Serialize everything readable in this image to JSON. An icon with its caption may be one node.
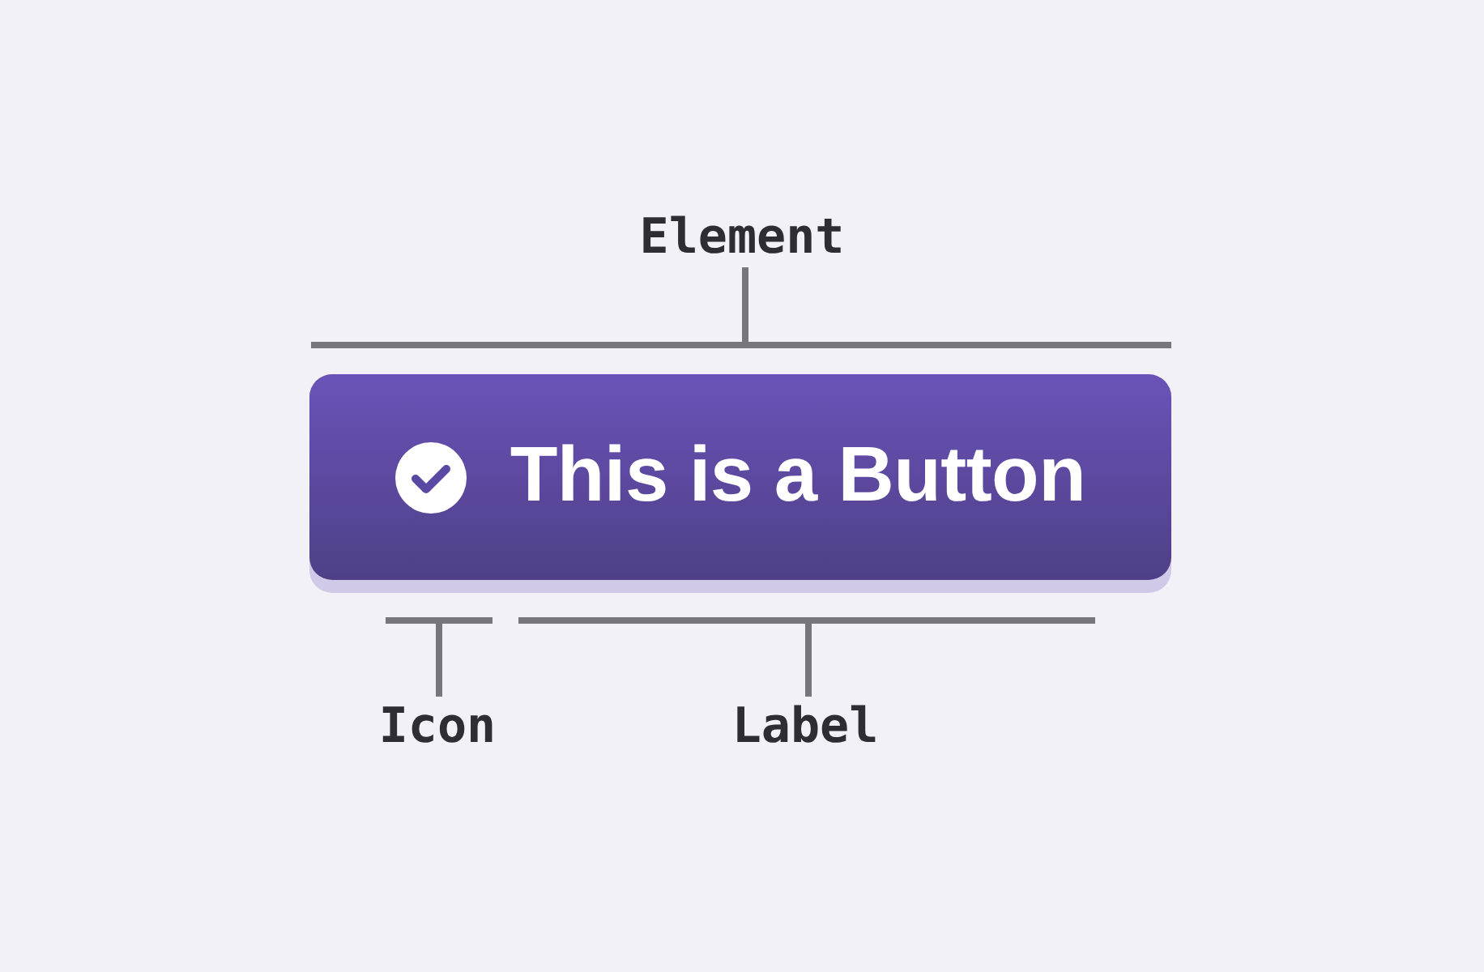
{
  "diagram": {
    "nodes": [
      {
        "text": [
          "This is a Button"
        ]
      }
    ],
    "labels": [
      "Element",
      "Icon",
      "Label"
    ]
  }
}
